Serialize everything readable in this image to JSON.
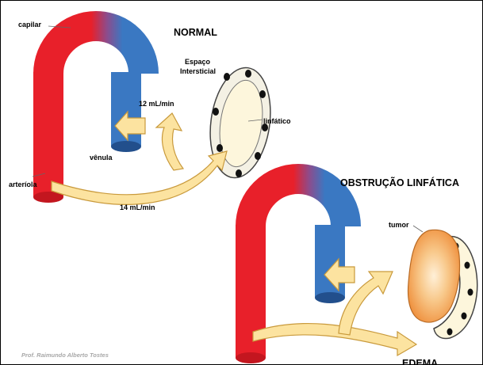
{
  "normal": {
    "title": "NORMAL",
    "labels": {
      "capilar": "capilar",
      "espaco_line1": "Espaço",
      "espaco_line2": "Intersticial",
      "flow_out": "12 mL/min",
      "linfatico": "linfático",
      "venula": "vênula",
      "arteriola": "arteríola",
      "flow_in": "14 mL/min"
    }
  },
  "obstrucao": {
    "title": "OBSTRUÇÃO LINFÁTICA",
    "labels": {
      "tumor": "tumor",
      "edema": "EDEMA"
    }
  },
  "credit": "Prof. Raimundo Alberto Tostes",
  "colors": {
    "arterial": "#e8202a",
    "venous": "#3a78c2",
    "arrow_fill": "#fce3a0",
    "arrow_stroke": "#c99a3c",
    "lymph_fill": "#fdf6dc",
    "tumor": "#f29b4a"
  }
}
